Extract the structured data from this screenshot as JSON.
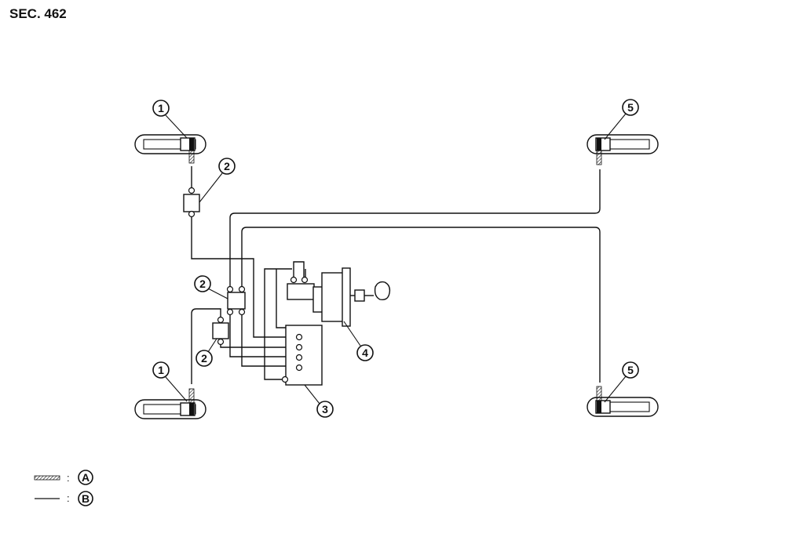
{
  "header": {
    "section_label": "SEC. 462"
  },
  "callouts": {
    "c1_upper": "1",
    "c1_lower": "1",
    "c2_upper": "2",
    "c2_middle": "2",
    "c2_lower": "2",
    "c3": "3",
    "c4": "4",
    "c5_upper": "5",
    "c5_lower": "5"
  },
  "legend": {
    "separator": ":",
    "item_a_letter": "A",
    "item_b_letter": "B"
  }
}
